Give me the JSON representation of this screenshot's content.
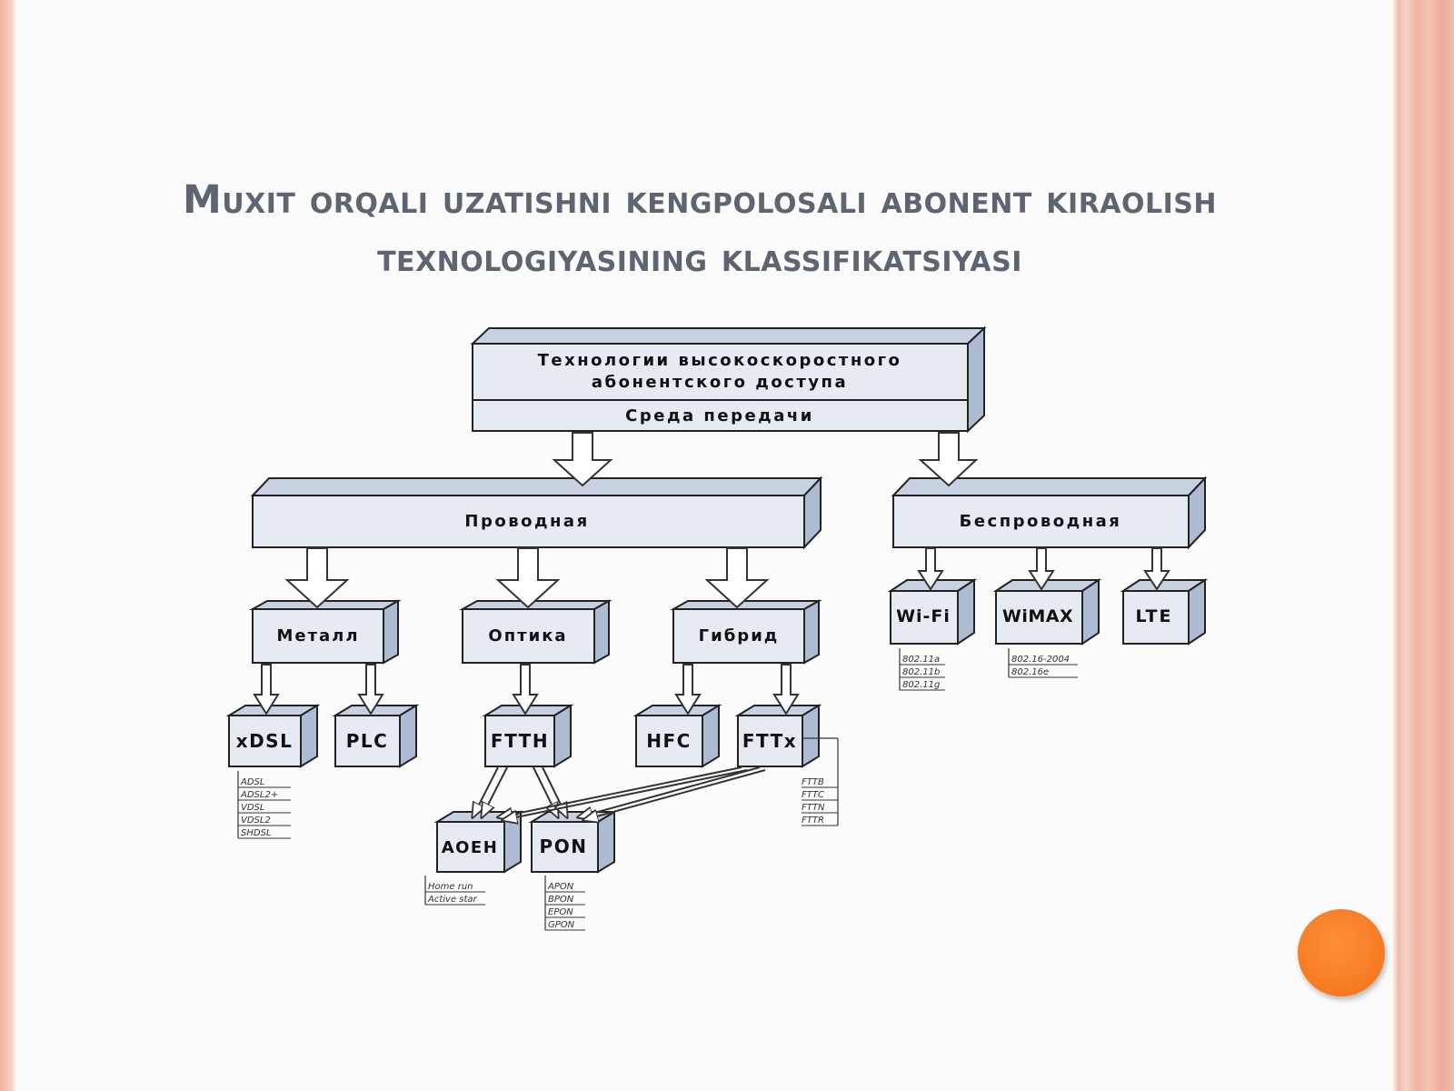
{
  "slide": {
    "title_line1": "Muxit orqali uzatishni kengpolosali abonent kiraolish",
    "title_line2": "texnologiyasining klassifikatsiyasi"
  },
  "colors": {
    "box_front": "#e6ebf3",
    "box_side": "#aebcd3",
    "box_top": "#c7d1e2",
    "stroke": "#222222",
    "accent_circle": "#f57a22",
    "title_text": "#5d6472"
  },
  "diagram": {
    "root": {
      "line1": "Технологии высокоскоростного",
      "line2": "абонентского доступа",
      "line3": "Среда передачи"
    },
    "wired": "Проводная",
    "wireless": "Беспроводная",
    "metal": "Металл",
    "optics": "Оптика",
    "hybrid": "Гибрид",
    "xdsl": "xDSL",
    "plc": "PLC",
    "ftth": "FTTH",
    "hfc": "HFC",
    "fttx": "FTTx",
    "aoeh": "AOEH",
    "pon": "PON",
    "wifi": "Wi-Fi",
    "wimax": "WiMAX",
    "lte": "LTE",
    "xdsl_list": [
      "ADSL",
      "ADSL2+",
      "VDSL",
      "VDSL2",
      "SHDSL"
    ],
    "fttx_list": [
      "FTTB",
      "FTTC",
      "FTTN",
      "FTTR"
    ],
    "aoeh_list": [
      "Home run",
      "Active star"
    ],
    "pon_list": [
      "APON",
      "BPON",
      "EPON",
      "GPON"
    ],
    "wifi_list": [
      "802.11a",
      "802.11b",
      "802.11g"
    ],
    "wimax_list": [
      "802.16-2004",
      "802.16e"
    ]
  }
}
